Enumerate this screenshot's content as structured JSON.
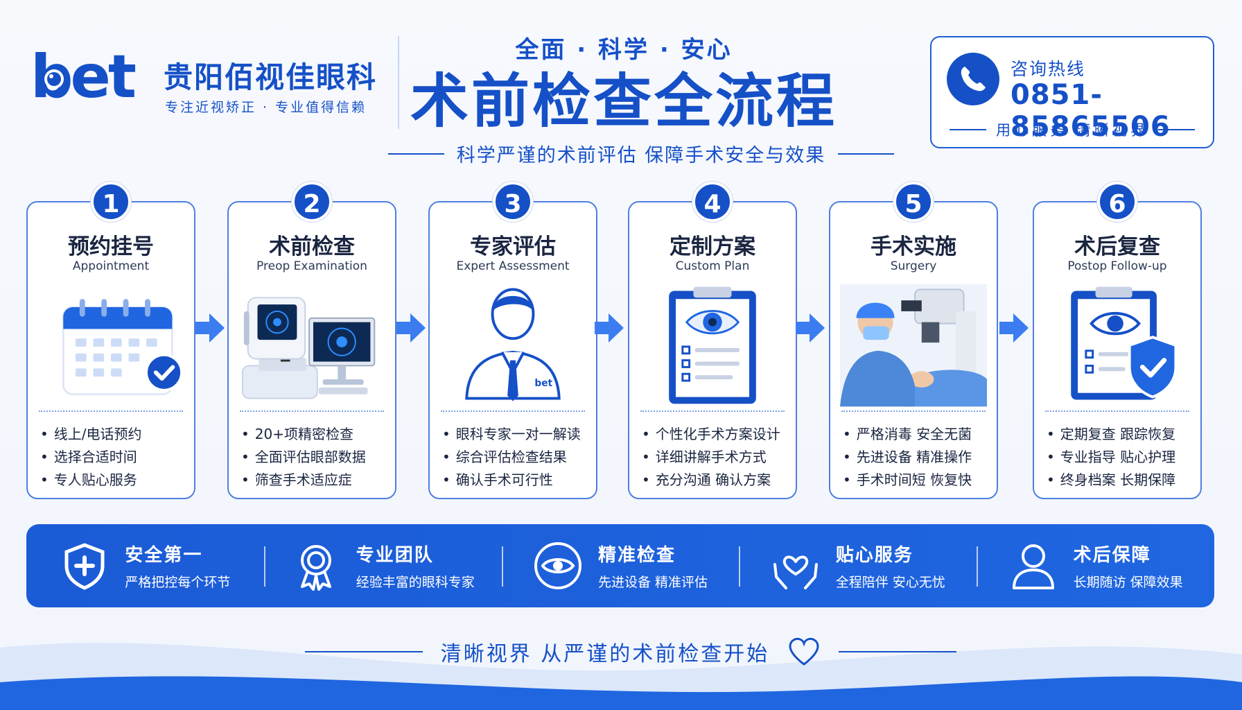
{
  "colors": {
    "primary": "#1550c7",
    "bar": "#1b5bd6",
    "card_border": "#4d7fe0"
  },
  "brand": {
    "logo_text": "bet",
    "name": "贵阳佰视佳眼科",
    "slogan": "专注近视矫正 · 专业值得信赖"
  },
  "header": {
    "subtitle": "全面 · 科学 · 安心",
    "title": "术前检查全流程",
    "tagline": "科学严谨的术前评估  保障手术安全与效果"
  },
  "hotline": {
    "label": "咨询热线",
    "number": "0851-85865506",
    "footer": "用心服务 清晰视界",
    "icon": "phone-icon"
  },
  "steps": [
    {
      "num": "1",
      "title": "预约挂号",
      "en": "Appointment",
      "icon": "calendar-check-icon",
      "items": [
        "线上/电话预约",
        "选择合适时间",
        "专人贴心服务"
      ]
    },
    {
      "num": "2",
      "title": "术前检查",
      "en": "Preop Examination",
      "icon": "eye-exam-device-icon",
      "items": [
        "20+项精密检查",
        "全面评估眼部数据",
        "筛查手术适应症"
      ]
    },
    {
      "num": "3",
      "title": "专家评估",
      "en": "Expert Assessment",
      "icon": "doctor-icon",
      "items": [
        "眼科专家一对一解读",
        "综合评估检查结果",
        "确认手术可行性"
      ]
    },
    {
      "num": "4",
      "title": "定制方案",
      "en": "Custom Plan",
      "icon": "clipboard-eye-icon",
      "items": [
        "个性化手术方案设计",
        "详细讲解手术方式",
        "充分沟通  确认方案"
      ]
    },
    {
      "num": "5",
      "title": "手术实施",
      "en": "Surgery",
      "icon": "surgeon-microscope-icon",
      "items": [
        "严格消毒  安全无菌",
        "先进设备  精准操作",
        "手术时间短  恢复快"
      ]
    },
    {
      "num": "6",
      "title": "术后复查",
      "en": "Postop Follow-up",
      "icon": "clipboard-shield-icon",
      "items": [
        "定期复查  跟踪恢复",
        "专业指导  贴心护理",
        "终身档案  长期保障"
      ]
    }
  ],
  "features": [
    {
      "title": "安全第一",
      "desc": "严格把控每个环节",
      "icon": "shield-plus-icon"
    },
    {
      "title": "专业团队",
      "desc": "经验丰富的眼科专家",
      "icon": "award-ribbon-icon"
    },
    {
      "title": "精准检查",
      "desc": "先进设备  精准评估",
      "icon": "eye-icon"
    },
    {
      "title": "贴心服务",
      "desc": "全程陪伴  安心无忧",
      "icon": "hands-heart-icon"
    },
    {
      "title": "术后保障",
      "desc": "长期随访  保障效果",
      "icon": "user-icon"
    }
  ],
  "footer": {
    "text": "清晰视界    从严谨的术前检查开始",
    "icon": "heart-icon"
  }
}
